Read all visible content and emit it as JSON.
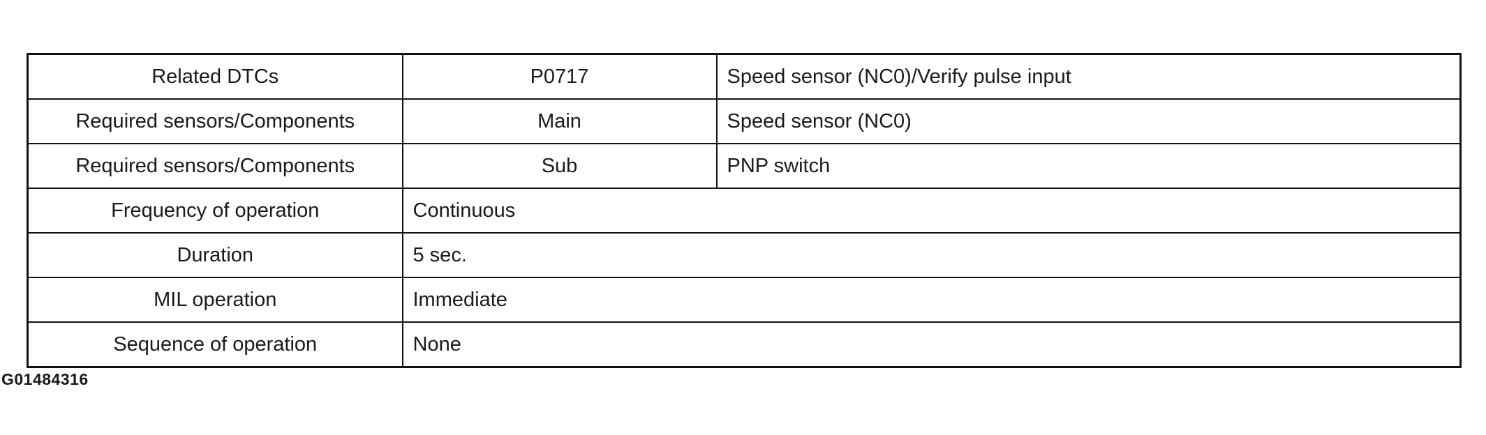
{
  "rows": [
    {
      "label": "Related DTCs",
      "code": "P0717",
      "description": "Speed sensor (NC0)/Verify pulse input"
    },
    {
      "label": "Required sensors/Components",
      "code": "Main",
      "description": "Speed sensor (NC0)"
    },
    {
      "label": "Required sensors/Components",
      "code": "Sub",
      "description": "PNP switch"
    },
    {
      "label": "Frequency of operation",
      "value": "Continuous"
    },
    {
      "label": "Duration",
      "value": "5 sec."
    },
    {
      "label": "MIL operation",
      "value": "Immediate"
    },
    {
      "label": "Sequence of operation",
      "value": "None"
    }
  ],
  "figure_id": "G01484316"
}
